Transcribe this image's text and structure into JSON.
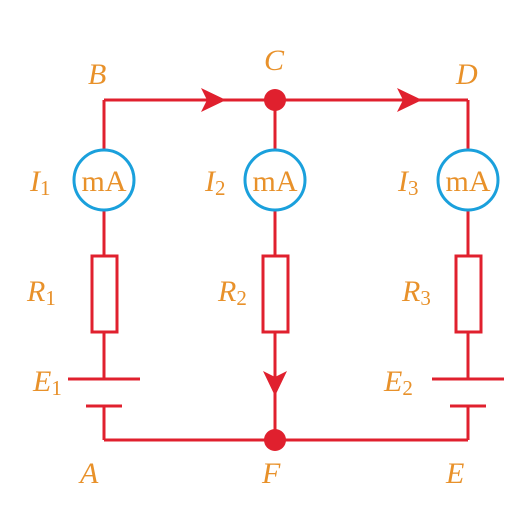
{
  "colors": {
    "wire": "#e0202e",
    "label": "#e8912a",
    "meter": "#1aa0dc",
    "background": "#ffffff"
  },
  "nodes": {
    "A": "A",
    "B": "B",
    "C": "C",
    "D": "D",
    "E": "E",
    "F": "F"
  },
  "branches": [
    {
      "current": "I",
      "current_sub": "1",
      "meter": "mA",
      "resistor": "R",
      "resistor_sub": "1",
      "source": "E",
      "source_sub": "1"
    },
    {
      "current": "I",
      "current_sub": "2",
      "meter": "mA",
      "resistor": "R",
      "resistor_sub": "2"
    },
    {
      "current": "I",
      "current_sub": "3",
      "meter": "mA",
      "resistor": "R",
      "resistor_sub": "3",
      "source": "E",
      "source_sub": "2"
    }
  ]
}
